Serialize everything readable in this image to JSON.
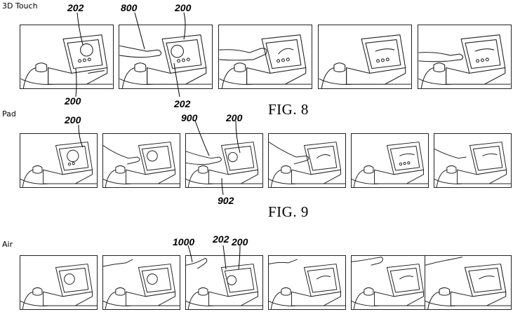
{
  "rows": [
    {
      "label": "3D Touch",
      "caption": "FIG. 8",
      "refs": {
        "a": "202",
        "b": "800",
        "c": "200",
        "d": "200",
        "e": "202"
      }
    },
    {
      "label": "Pad",
      "caption": "FIG. 9",
      "refs": {
        "a": "200",
        "b": "900",
        "c": "200",
        "d": "902"
      }
    },
    {
      "label": "Air",
      "refs": {
        "a": "1000",
        "b": "202",
        "c": "200"
      }
    }
  ]
}
